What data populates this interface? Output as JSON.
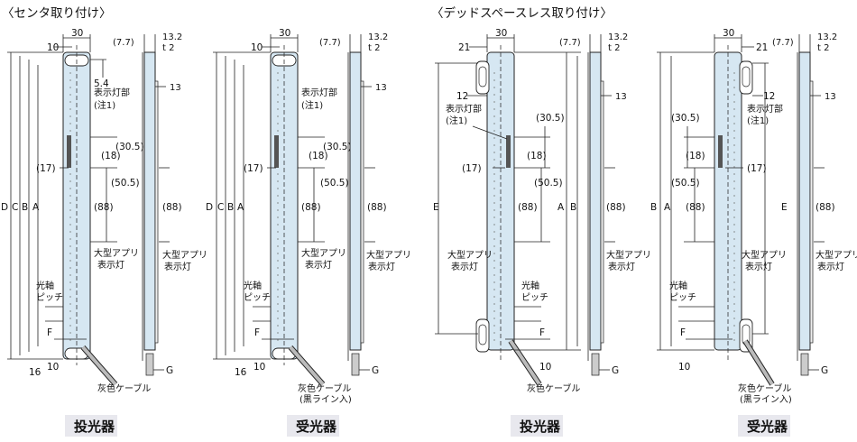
{
  "titles": {
    "center": "〈センタ取り付け〉",
    "deadspace": "〈デッドスペースレス取り付け〉"
  },
  "captions": {
    "emitter": "投光器",
    "receiver": "受光器"
  },
  "labels": {
    "indicator": "表示灯部",
    "note1": "(注1)",
    "large_app": "大型アプリ",
    "indicator_lamp": "表示灯",
    "optical_axis": "光軸",
    "pitch": "ピッチ",
    "gray_cable": "灰色ケーブル",
    "gray_cable_rx1": "灰色ケーブル",
    "gray_cable_rx2": "(黒ライン入)"
  },
  "dims": {
    "w30": "30",
    "w10": "10",
    "w21": "21",
    "w12": "12",
    "w16": "16",
    "s77": "(7.7)",
    "s132": "13.2",
    "t2": "t 2",
    "s13": "13",
    "s54": "5.4",
    "d305": "(30.5)",
    "d18": "(18)",
    "d17": "(17)",
    "d505": "(50.5)",
    "d88": "(88)",
    "A": "A",
    "B": "B",
    "C": "C",
    "D": "D",
    "E": "E",
    "F": "F",
    "G": "G"
  }
}
